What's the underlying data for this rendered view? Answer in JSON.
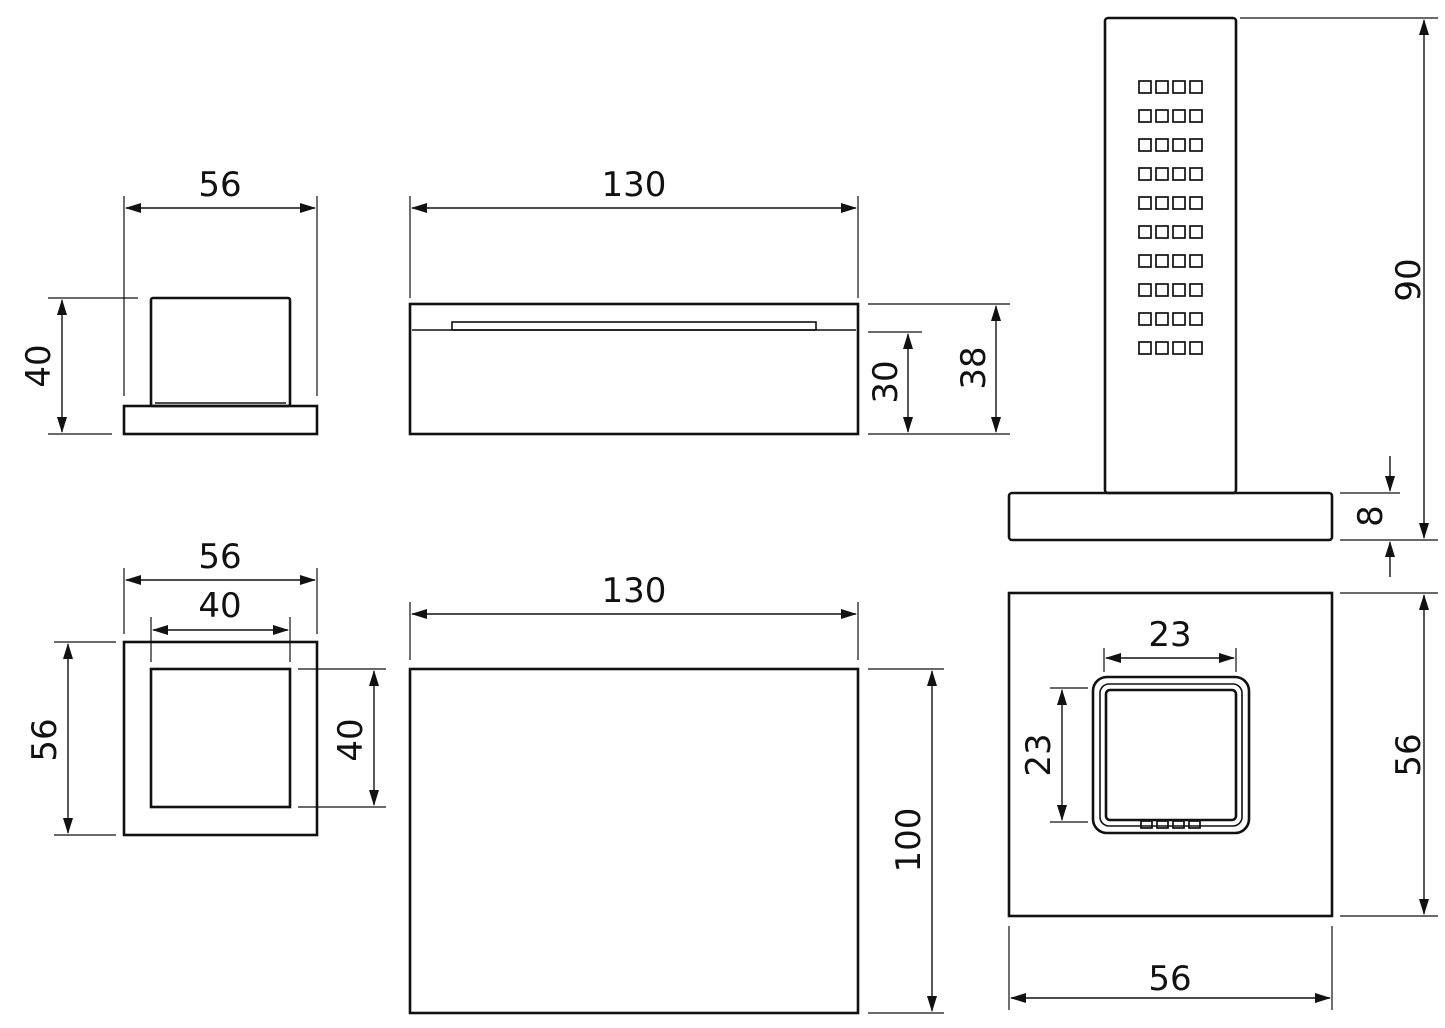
{
  "views": {
    "knob_side": {
      "width": "56",
      "height": "40"
    },
    "spout_front": {
      "width": "130",
      "height_inner": "30",
      "height_total": "38"
    },
    "shower_side": {
      "height_total": "90",
      "base_height": "8"
    },
    "knob_top": {
      "outer_width": "56",
      "inner_width": "40",
      "outer_height": "56",
      "inner_height": "40"
    },
    "spout_top": {
      "width": "130",
      "depth": "100"
    },
    "shower_top": {
      "outer_width": "56",
      "outer_height": "56",
      "inner_width": "23",
      "inner_height": "23"
    }
  }
}
